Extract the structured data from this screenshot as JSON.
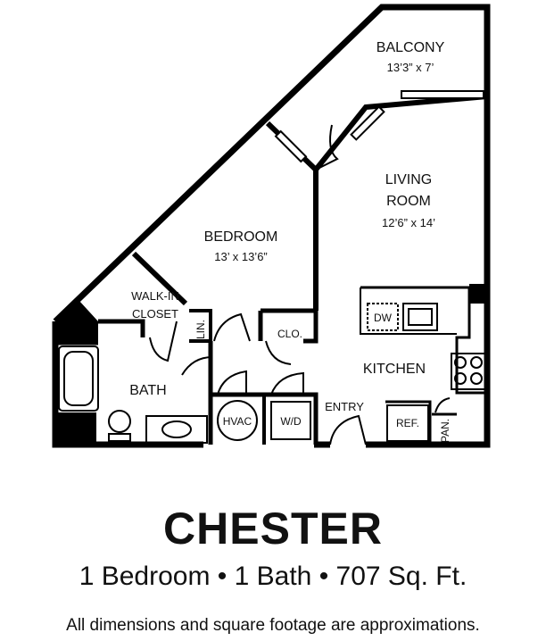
{
  "rooms": {
    "balcony": {
      "name": "BALCONY",
      "dims": "13’3” x 7’"
    },
    "living": {
      "name_line1": "LIVING",
      "name_line2": "ROOM",
      "dims": "12’6” x 14’"
    },
    "bedroom": {
      "name": "BEDROOM",
      "dims": "13’ x 13’6”"
    },
    "walkin": {
      "line1": "WALK-IN",
      "line2": "CLOSET"
    },
    "lin": "LIN.",
    "clo": "CLO.",
    "kitchen": "KITCHEN",
    "bath": "BATH",
    "entry": "ENTRY"
  },
  "fixtures": {
    "dw": "DW",
    "hvac": "HVAC",
    "wd": "W/D",
    "ref": "REF.",
    "pan": "PAN."
  },
  "plan_name": "CHESTER",
  "summary": "1 Bedroom • 1 Bath • 707 Sq. Ft.",
  "disclaimer": "All dimensions and square footage are approximations."
}
